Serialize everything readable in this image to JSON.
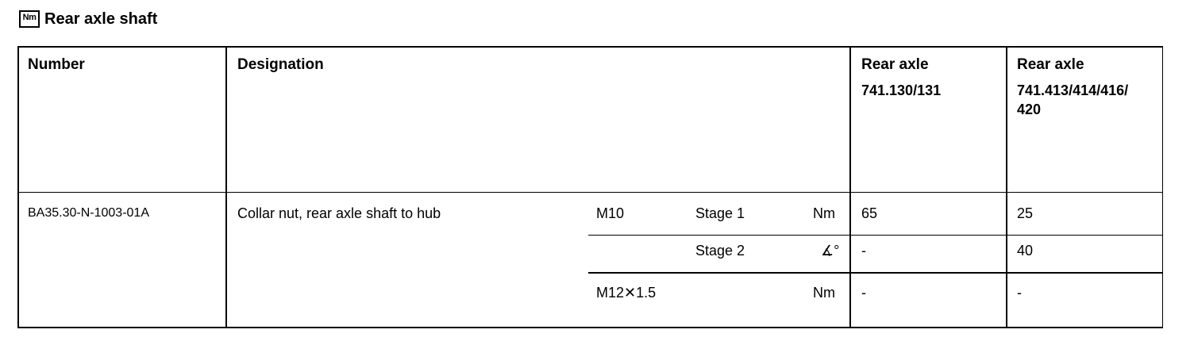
{
  "heading": {
    "icon_label": "Nm",
    "title": "Rear axle shaft"
  },
  "table": {
    "headers": {
      "number": "Number",
      "designation": "Designation",
      "col_a_title": "Rear axle",
      "col_a_model": "741.130/131",
      "col_b_title": "Rear axle",
      "col_b_model_1": "741.413/414/416/",
      "col_b_model_2": "420"
    },
    "row": {
      "number": "BA35.30-N-1003-01A",
      "designation": "Collar nut, rear axle shaft to hub",
      "sub_rows": [
        {
          "thread": "M10",
          "stage": "Stage 1",
          "unit": "Nm",
          "value_a": "65",
          "value_b": "25"
        },
        {
          "thread": "",
          "stage": "Stage 2",
          "unit": "∡°",
          "value_a": "-",
          "value_b": "40"
        },
        {
          "thread": "M12✕1.5",
          "stage": "",
          "unit": "Nm",
          "value_a": "-",
          "value_b": "-"
        }
      ]
    }
  }
}
